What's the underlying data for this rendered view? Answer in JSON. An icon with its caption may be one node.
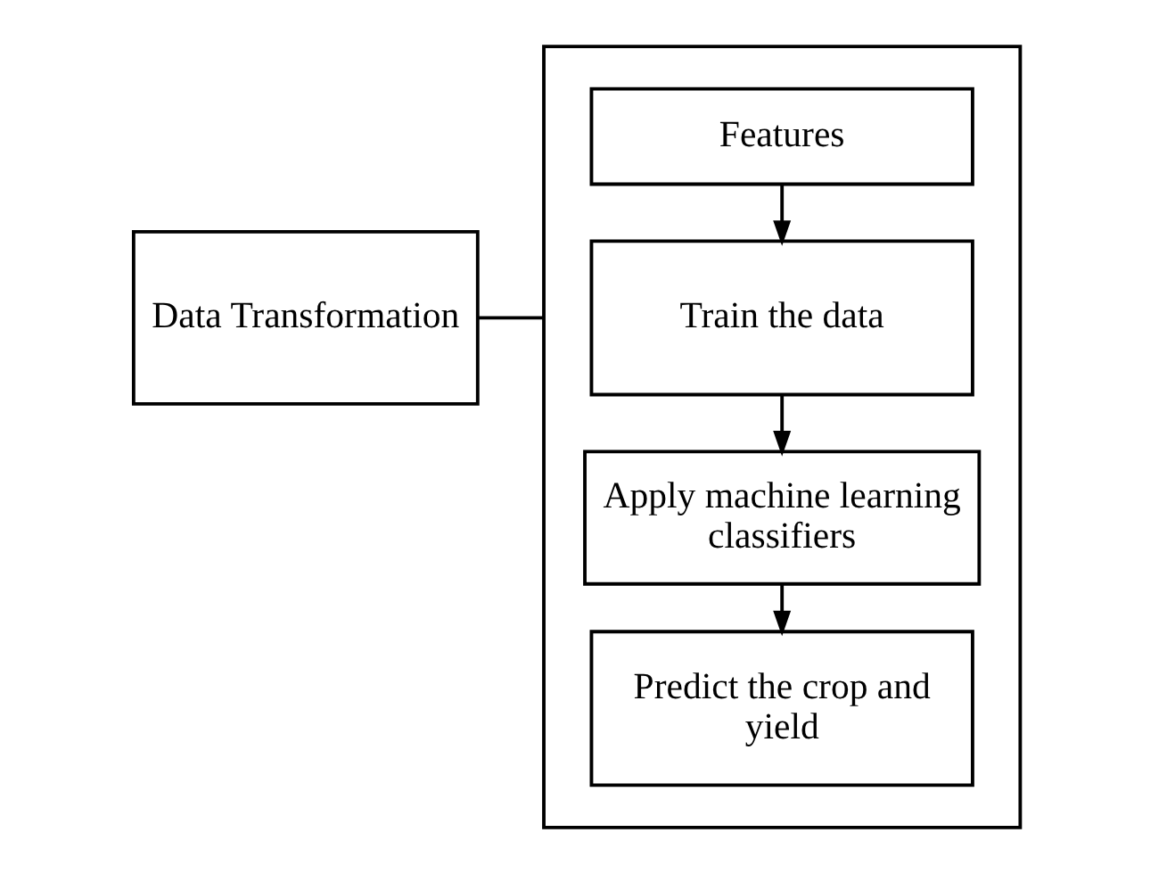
{
  "diagram": {
    "nodes": [
      {
        "text": [
          "Data Transformation"
        ]
      },
      {
        "text": [],
        "shape": "box"
      },
      {
        "text": [
          "Features"
        ],
        "in": 1
      },
      {
        "text": [
          "Train the data"
        ],
        "in": 1
      },
      {
        "text": [
          "Apply machine learning classifiers"
        ],
        "in": 1
      },
      {
        "text": [
          "Predict the crop and yield"
        ],
        "in": 1
      }
    ],
    "edges": [
      {
        "from": 0,
        "to": 1,
        "arrow": "none"
      },
      {
        "from": 2,
        "to": 3,
        "arrow": "to"
      },
      {
        "from": 3,
        "to": 4,
        "arrow": "to"
      },
      {
        "from": 4,
        "to": 5,
        "arrow": "to"
      }
    ]
  }
}
